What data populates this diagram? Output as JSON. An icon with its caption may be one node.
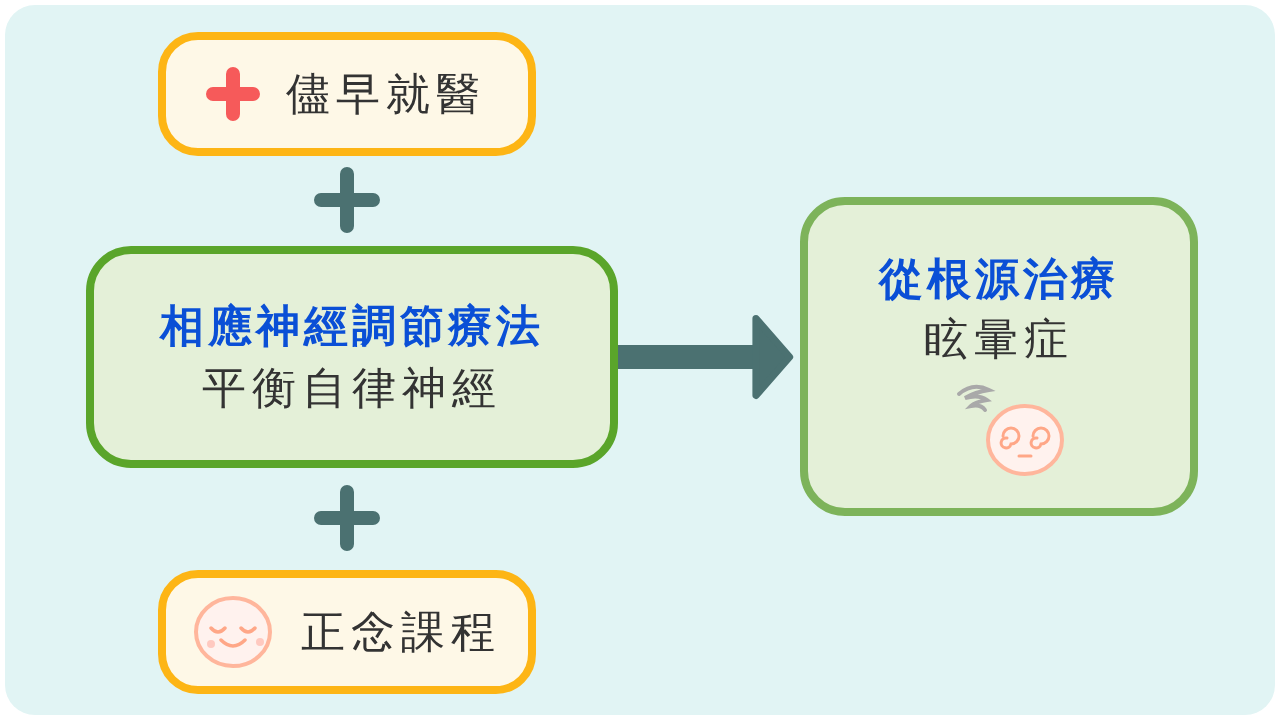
{
  "diagram": {
    "nodes": [
      {
        "text": [
          "儘早就醫"
        ]
      },
      {
        "text": [
          "相應神經調節療法",
          "平衡自律神經"
        ]
      },
      {
        "text": [
          "正念課程"
        ]
      },
      {
        "text": [
          "從根源治療",
          "眩暈症"
        ]
      }
    ],
    "edges": [
      {
        "from": 1,
        "to": 3,
        "arrow": "to"
      }
    ]
  }
}
